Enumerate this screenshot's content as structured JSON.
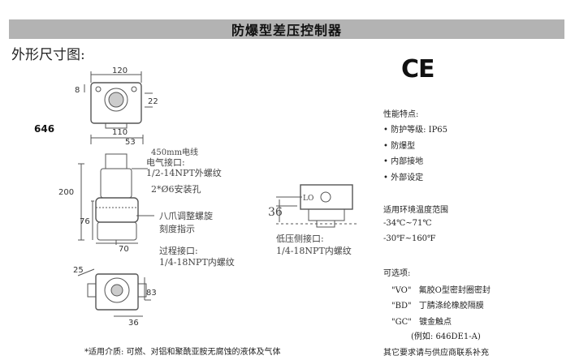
{
  "header": {
    "title": "防爆型差压控制器"
  },
  "section_label": "外形尺寸图:",
  "drawing": {
    "model": "646",
    "dims": {
      "d120": "120",
      "d8": "8",
      "d22": "22",
      "d110": "110",
      "d53": "53",
      "d200": "200",
      "d76": "76",
      "d70": "70",
      "d25": "25",
      "d83": "83",
      "d36a": "36",
      "d36b": "36"
    },
    "callouts": {
      "wire": "450mm电线",
      "elec_port": "电气接口:",
      "elec_thread": "1/2-14NPT外螺纹",
      "mount_hole": "2*Ø6安装孔",
      "adjust_knob": "八爪调整螺旋",
      "scale": "刻度指示",
      "process_port": "过程接口:",
      "process_thread": "1/4-18NPT内螺纹",
      "low_port": "低压侧接口:",
      "low_thread": "1/4-18NPT内螺纹",
      "lo_label": "LO"
    }
  },
  "brand_mark": "CE",
  "features": {
    "heading": "性能特点:",
    "items": [
      "• 防护等级: IP65",
      "• 防爆型",
      "• 内部接地",
      "• 外部设定"
    ]
  },
  "environment": {
    "heading": "适用环境温度范围",
    "ranges": [
      "-34℃~71℃",
      "-30℉~160℉"
    ]
  },
  "options": {
    "heading": "可选项:",
    "items": [
      {
        "code": "\"VO\"",
        "desc": "氟胶O型密封圈密封"
      },
      {
        "code": "\"BD\"",
        "desc": "丁腈涤纶橡胶隔膜"
      },
      {
        "code": "\"GC\"",
        "desc": "镀金触点"
      }
    ],
    "example": "(例如: 646DE1-A)",
    "contact": "其它要求请与供应商联系补充"
  },
  "footnote": "*适用介质: 可燃、对铝和聚酰亚胺无腐蚀的液体及气体"
}
